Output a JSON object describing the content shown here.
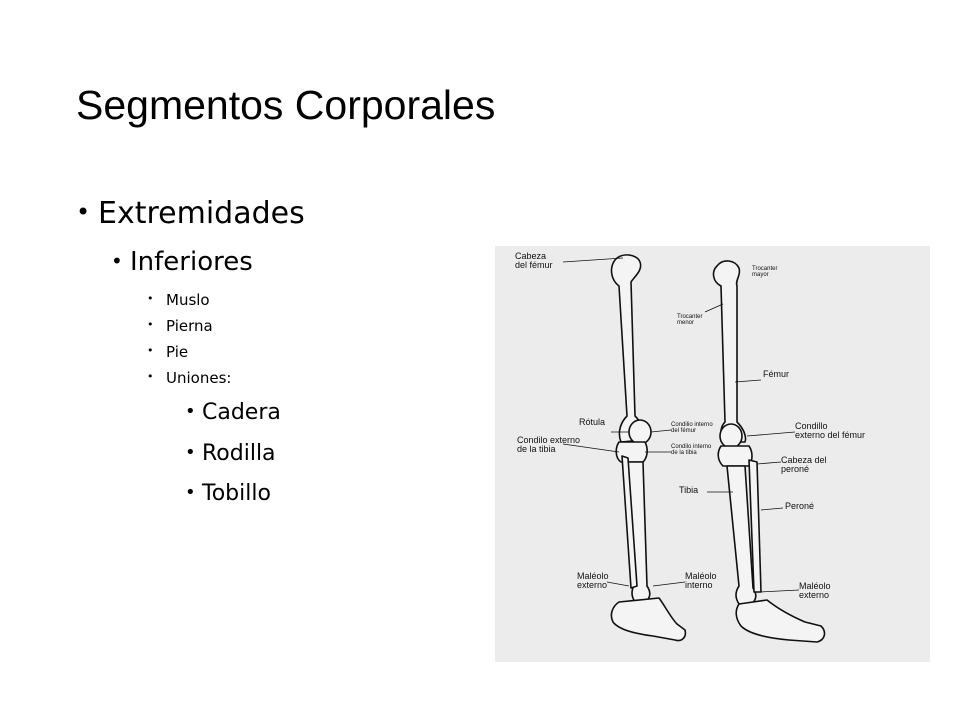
{
  "slide": {
    "title": "Segmentos Corporales",
    "bullets": {
      "l1": "Extremidades",
      "l2": "Inferiores",
      "l3": [
        "Muslo",
        "Pierna",
        "Pie",
        "Uniones:"
      ],
      "l4": [
        "Cadera",
        "Rodilla",
        "Tobillo"
      ]
    }
  },
  "figure": {
    "labels": {
      "cabeza_femur": "Cabeza\ndel fémur",
      "trocanter_mayor": "Trocanter\nmayor",
      "trocanter_menor": "Trocanter\nmenor",
      "femur": "Fémur",
      "rotula": "Rótula",
      "condilo_interno_femur": "Condilio interno\ndel fémur",
      "condilo_externo_femur": "Condillo\nexterno del fémur",
      "condilo_externo_tibia": "Condilo externo\nde la tibia",
      "condilo_interno_tibia": "Condilo interno\nde la tibia",
      "cabeza_perone": "Cabeza del\nperoné",
      "tibia": "Tibia",
      "perone": "Peroné",
      "maleolo_externo_left": "Maléolo\nexterno",
      "maleolo_interno": "Maléolo\ninterno",
      "maleolo_externo_right": "Maléolo\nexterno"
    }
  }
}
